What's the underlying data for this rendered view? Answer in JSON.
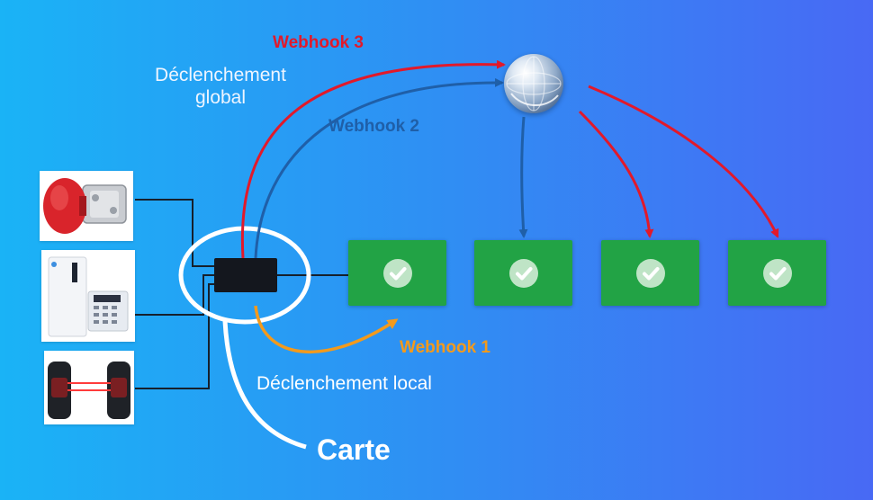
{
  "labels": {
    "global_line1": "Déclenchement",
    "global_line2": "global",
    "webhook3": "Webhook 3",
    "webhook2": "Webhook 2",
    "webhook1": "Webhook 1",
    "local": "Déclenchement local",
    "carte": "Carte"
  },
  "devices": [
    {
      "name": "emergency-button-icon"
    },
    {
      "name": "alarm-keypad-icon"
    },
    {
      "name": "infrared-beam-icon"
    }
  ],
  "targets": [
    {
      "status": "check-icon"
    },
    {
      "status": "check-icon"
    },
    {
      "status": "check-icon"
    },
    {
      "status": "check-icon"
    }
  ],
  "colors": {
    "webhook1": "#f39a1c",
    "webhook2": "#1f5fa8",
    "webhook3": "#e2192a",
    "target": "#22a345",
    "board": "#14171e",
    "highlight": "#ffffff"
  }
}
